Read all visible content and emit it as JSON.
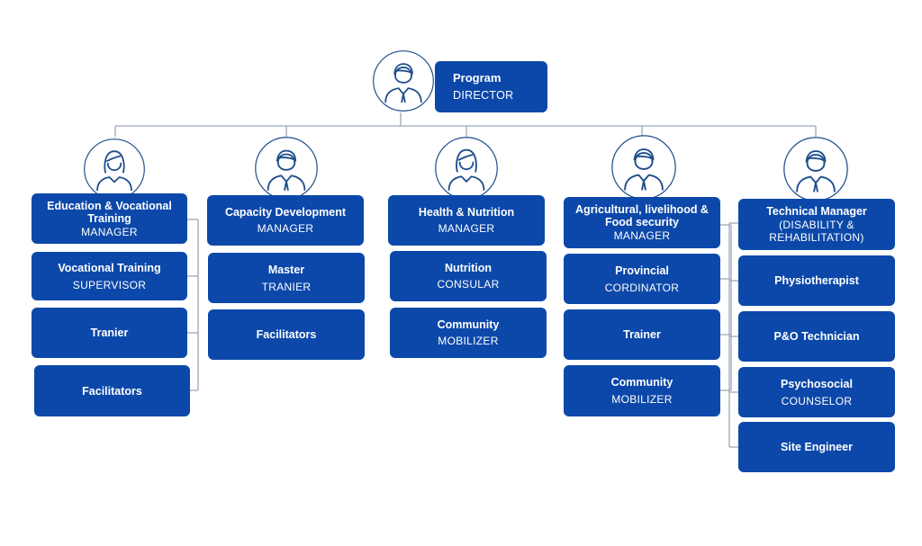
{
  "colors": {
    "box": "#0c48a9",
    "line": "#9aa9b8",
    "icon": "#1f4e8c"
  },
  "director": {
    "title": "Program",
    "role": "DIRECTOR",
    "icon": "male-person-icon"
  },
  "departments": [
    {
      "icon": "female-person-icon",
      "manager": {
        "title": "Education & Vocational Training",
        "role": "MANAGER"
      },
      "staff": [
        {
          "title": "Vocational Training",
          "role": "SUPERVISOR"
        },
        {
          "title": "Tranier",
          "role": ""
        },
        {
          "title": "Facilitators",
          "role": ""
        }
      ]
    },
    {
      "icon": "male-person-icon",
      "manager": {
        "title": "Capacity Development",
        "role": "MANAGER"
      },
      "staff": [
        {
          "title": "Master",
          "role": "TRANIER"
        },
        {
          "title": "Facilitators",
          "role": ""
        }
      ]
    },
    {
      "icon": "female-person-icon",
      "manager": {
        "title": "Health & Nutrition",
        "role": "MANAGER"
      },
      "staff": [
        {
          "title": "Nutrition",
          "role": "CONSULAR"
        },
        {
          "title": "Community",
          "role": "MOBILIZER"
        }
      ]
    },
    {
      "icon": "male-person-icon",
      "manager": {
        "title": "Agricultural, livelihood & Food security",
        "role": "MANAGER"
      },
      "staff": [
        {
          "title": "Provincial",
          "role": "CORDINATOR"
        },
        {
          "title": "Trainer",
          "role": ""
        },
        {
          "title": "Community",
          "role": "MOBILIZER"
        }
      ]
    },
    {
      "icon": "male-person-icon",
      "manager": {
        "title": "Technical Manager",
        "role": "(DISABILITY & REHABILITATION)"
      },
      "staff": [
        {
          "title": "Physiotherapist",
          "role": ""
        },
        {
          "title": "P&O Technician",
          "role": ""
        },
        {
          "title": "Psychosocial",
          "role": "COUNSELOR"
        },
        {
          "title": "Site Engineer",
          "role": ""
        }
      ]
    }
  ]
}
